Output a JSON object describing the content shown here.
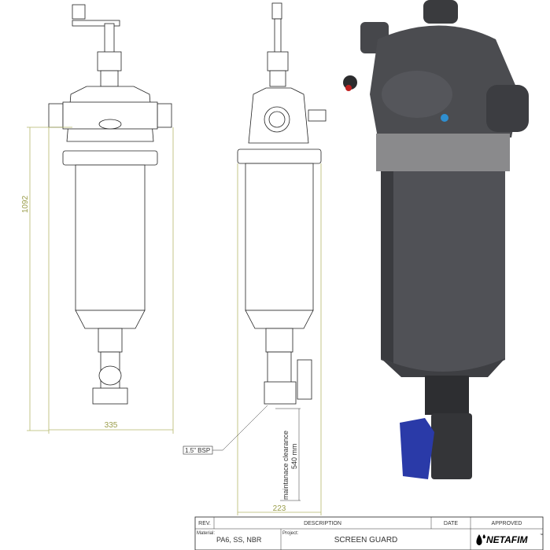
{
  "drawing": {
    "dimensions": {
      "height": "1092",
      "width_front": "335",
      "width_side": "223",
      "clearance_label": "maintanace clearance",
      "clearance_value": "540 mm",
      "connection": "1.5\" BSP"
    }
  },
  "title_block": {
    "headers": {
      "rev": "REV.",
      "description": "DESCRIPTION",
      "date": "DATE",
      "approved": "APPROVED"
    },
    "material_label": "Material:",
    "material": "PA6, SS, NBR",
    "project_label": "Project:",
    "project": "SCREEN GUARD",
    "logo": "NETAFIM",
    "logo_tm": "™"
  },
  "colors": {
    "dimension": "#b5b86a",
    "body": "#4a4b4f",
    "valve": "#2a3aa8"
  }
}
